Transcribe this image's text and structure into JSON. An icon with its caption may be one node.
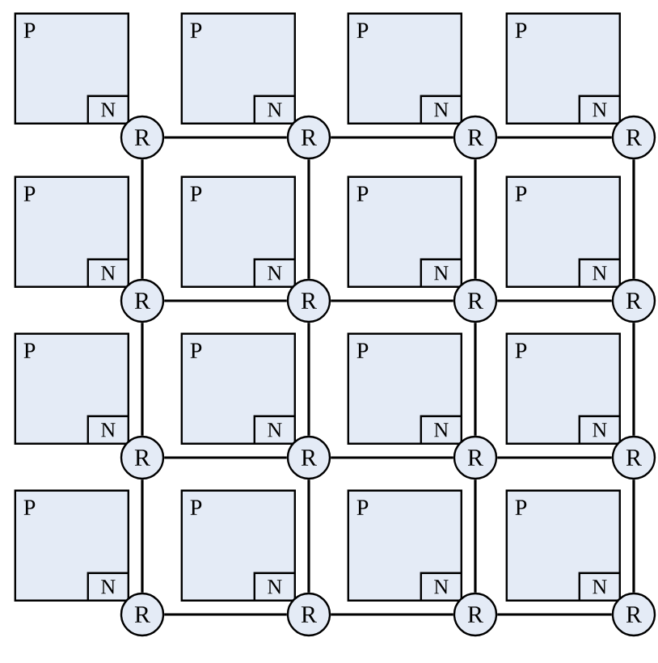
{
  "diagram": {
    "nodes": [
      {
        "text": [
          "P"
        ]
      },
      {
        "text": [
          "N"
        ],
        "in": 0
      },
      {
        "text": [
          "R"
        ]
      },
      {
        "text": [
          "P"
        ]
      },
      {
        "text": [
          "N"
        ],
        "in": 3
      },
      {
        "text": [
          "R"
        ]
      },
      {
        "text": [
          "P"
        ]
      },
      {
        "text": [
          "N"
        ],
        "in": 6
      },
      {
        "text": [
          "R"
        ]
      },
      {
        "text": [
          "P"
        ]
      },
      {
        "text": [
          "N"
        ],
        "in": 9
      },
      {
        "text": [
          "R"
        ]
      },
      {
        "text": [
          "P"
        ]
      },
      {
        "text": [
          "N"
        ],
        "in": 12
      },
      {
        "text": [
          "R"
        ]
      },
      {
        "text": [
          "P"
        ]
      },
      {
        "text": [
          "N"
        ],
        "in": 15
      },
      {
        "text": [
          "R"
        ]
      },
      {
        "text": [
          "P"
        ]
      },
      {
        "text": [
          "N"
        ],
        "in": 18
      },
      {
        "text": [
          "R"
        ]
      },
      {
        "text": [
          "P"
        ]
      },
      {
        "text": [
          "N"
        ],
        "in": 21
      },
      {
        "text": [
          "R"
        ]
      },
      {
        "text": [
          "P"
        ]
      },
      {
        "text": [
          "N"
        ],
        "in": 24
      },
      {
        "text": [
          "R"
        ]
      },
      {
        "text": [
          "P"
        ]
      },
      {
        "text": [
          "N"
        ],
        "in": 27
      },
      {
        "text": [
          "R"
        ]
      },
      {
        "text": [
          "P"
        ]
      },
      {
        "text": [
          "N"
        ],
        "in": 30
      },
      {
        "text": [
          "R"
        ]
      },
      {
        "text": [
          "P"
        ]
      },
      {
        "text": [
          "N"
        ],
        "in": 33
      },
      {
        "text": [
          "R"
        ]
      },
      {
        "text": [
          "P"
        ]
      },
      {
        "text": [
          "N"
        ],
        "in": 36
      },
      {
        "text": [
          "R"
        ]
      },
      {
        "text": [
          "P"
        ]
      },
      {
        "text": [
          "N"
        ],
        "in": 39
      },
      {
        "text": [
          "R"
        ]
      },
      {
        "text": [
          "P"
        ]
      },
      {
        "text": [
          "N"
        ],
        "in": 42
      },
      {
        "text": [
          "R"
        ]
      },
      {
        "text": [
          "P"
        ]
      },
      {
        "text": [
          "N"
        ],
        "in": 45
      },
      {
        "text": [
          "R"
        ]
      }
    ],
    "edges": [
      {
        "from": 2,
        "to": 5,
        "arrow": "none"
      },
      {
        "from": 5,
        "to": 8,
        "arrow": "none"
      },
      {
        "from": 8,
        "to": 11,
        "arrow": "none"
      },
      {
        "from": 14,
        "to": 17,
        "arrow": "none"
      },
      {
        "from": 17,
        "to": 20,
        "arrow": "none"
      },
      {
        "from": 20,
        "to": 23,
        "arrow": "none"
      },
      {
        "from": 26,
        "to": 29,
        "arrow": "none"
      },
      {
        "from": 29,
        "to": 32,
        "arrow": "none"
      },
      {
        "from": 32,
        "to": 35,
        "arrow": "none"
      },
      {
        "from": 38,
        "to": 41,
        "arrow": "none"
      },
      {
        "from": 41,
        "to": 44,
        "arrow": "none"
      },
      {
        "from": 44,
        "to": 47,
        "arrow": "none"
      },
      {
        "from": 2,
        "to": 14,
        "arrow": "none"
      },
      {
        "from": 14,
        "to": 26,
        "arrow": "none"
      },
      {
        "from": 26,
        "to": 38,
        "arrow": "none"
      },
      {
        "from": 5,
        "to": 17,
        "arrow": "none"
      },
      {
        "from": 17,
        "to": 29,
        "arrow": "none"
      },
      {
        "from": 29,
        "to": 41,
        "arrow": "none"
      },
      {
        "from": 8,
        "to": 20,
        "arrow": "none"
      },
      {
        "from": 20,
        "to": 32,
        "arrow": "none"
      },
      {
        "from": 32,
        "to": 44,
        "arrow": "none"
      },
      {
        "from": 11,
        "to": 23,
        "arrow": "none"
      },
      {
        "from": 23,
        "to": 35,
        "arrow": "none"
      },
      {
        "from": 35,
        "to": 47,
        "arrow": "none"
      }
    ]
  }
}
